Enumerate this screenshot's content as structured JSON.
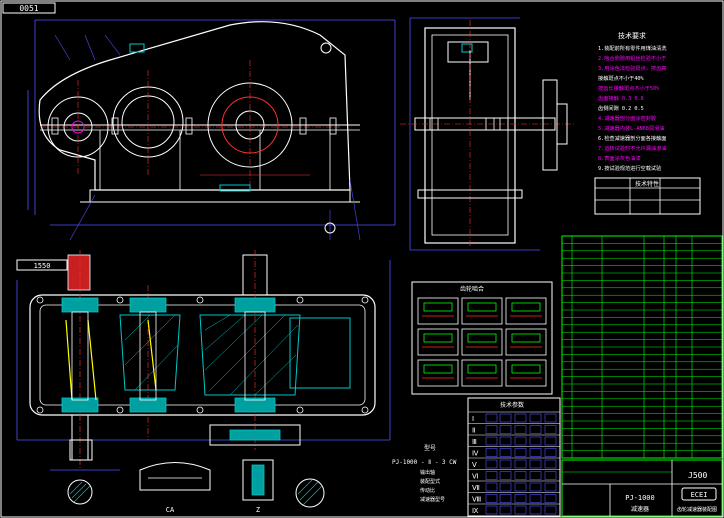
{
  "frame_tag": "0051",
  "view_top_tag": "1550",
  "section_label_a": "CA",
  "section_label_z": "Z",
  "tech_req_title": "技术要求",
  "tech_req_lines": [
    "1.装配前所有零件用煤油清洗",
    "2.啮合侧隙用铅丝检验不小于",
    "3.用涂色法检验斑点，按齿高",
    "  接触斑点不小于40%",
    "  按齿长接触斑点不小于50%",
    "  齿面接触 0.3 0.8",
    "  齿侧间隙 0.2 0.5",
    "4.减速器剖分面涂密封胶",
    "5.减速器内装L-AN68润滑油",
    "6.检查减速器剖分面各接触面",
    "7.运转试验时不允许漏油渗油",
    "8.表面涂灰色油漆",
    "9.按试验规范进行空载试验"
  ],
  "perf_table_title": "技术特性",
  "gear_detail_title": "齿轮啮合",
  "params_title": "技术参数",
  "model_label": "型号",
  "model_code": "PJ-1000 - Ⅱ - 3 CW",
  "model_notes": [
    "输出轴",
    "装配型式",
    "传动比",
    "减速器型号"
  ],
  "roman_rows": [
    "Ⅰ",
    "Ⅱ",
    "Ⅲ",
    "Ⅳ",
    "Ⅴ",
    "Ⅵ",
    "Ⅶ",
    "Ⅷ",
    "Ⅸ"
  ],
  "title_block": {
    "scale": "J500",
    "drawing_no": "PJ-1000",
    "name": "减速器",
    "company": "ECEI",
    "sub": "齿轮减速器装配图"
  },
  "colors": {
    "background": "#000000",
    "outline": "#ffffff",
    "dimension": "#5050ff",
    "centerline": "#ff3030",
    "hatch": "#00c8c8",
    "table": "#00ff00",
    "highlight": "#ffff00",
    "accent": "#ff00ff"
  }
}
